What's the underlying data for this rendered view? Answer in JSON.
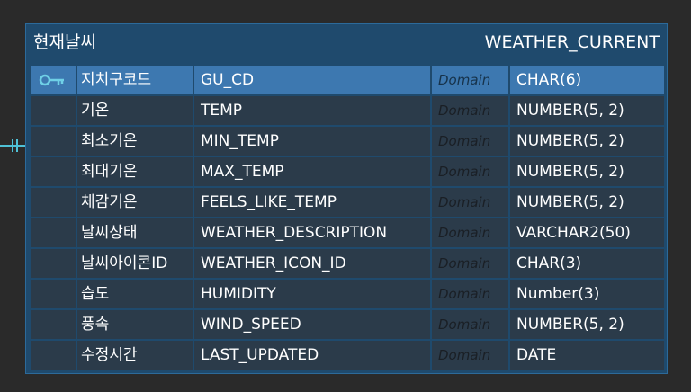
{
  "entity": {
    "logical_name": "현재날씨",
    "physical_name": "WEATHER_CURRENT",
    "columns": [
      {
        "logical": "지치구코드",
        "physical": "GU_CD",
        "domain": "Domain",
        "type": "CHAR(6)",
        "primary_key": true,
        "key_icon": "key-icon"
      },
      {
        "logical": "기온",
        "physical": "TEMP",
        "domain": "Domain",
        "type": "NUMBER(5, 2)",
        "primary_key": false
      },
      {
        "logical": "최소기온",
        "physical": "MIN_TEMP",
        "domain": "Domain",
        "type": "NUMBER(5, 2)",
        "primary_key": false
      },
      {
        "logical": "최대기온",
        "physical": "MAX_TEMP",
        "domain": "Domain",
        "type": "NUMBER(5, 2)",
        "primary_key": false
      },
      {
        "logical": "체감기온",
        "physical": "FEELS_LIKE_TEMP",
        "domain": "Domain",
        "type": "NUMBER(5, 2)",
        "primary_key": false
      },
      {
        "logical": "날씨상태",
        "physical": "WEATHER_DESCRIPTION",
        "domain": "Domain",
        "type": "VARCHAR2(50)",
        "primary_key": false
      },
      {
        "logical": "날씨아이콘ID",
        "physical": "WEATHER_ICON_ID",
        "domain": "Domain",
        "type": "CHAR(3)",
        "primary_key": false
      },
      {
        "logical": "습도",
        "physical": "HUMIDITY",
        "domain": "Domain",
        "type": "Number(3)",
        "primary_key": false
      },
      {
        "logical": "풍속",
        "physical": "WIND_SPEED",
        "domain": "Domain",
        "type": "NUMBER(5, 2)",
        "primary_key": false
      },
      {
        "logical": "수정시간",
        "physical": "LAST_UPDATED",
        "domain": "Domain",
        "type": "DATE",
        "primary_key": false
      }
    ]
  },
  "relationship": {
    "notation": "one-and-only-one",
    "color": "#4fc1d6"
  },
  "colors": {
    "background": "#2a2a2a",
    "entity_fill": "#1f4a6d",
    "row_fill": "#2b3b4a",
    "selected_row": "#3d78b0",
    "key_icon": "#6fd0e6"
  }
}
